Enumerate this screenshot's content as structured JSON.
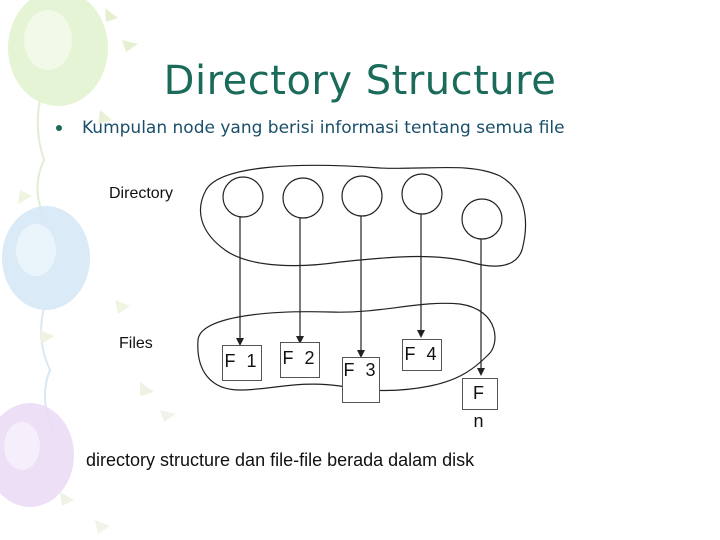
{
  "slide": {
    "title": "Directory Structure",
    "bullet": "Kumpulan node yang berisi informasi tentang semua file"
  },
  "diagram": {
    "directory_label": "Directory",
    "files_label": "Files",
    "directory_nodes": 5,
    "files": [
      "F 1",
      "F 2",
      "F 3",
      "F 4",
      "F n"
    ],
    "caption": "directory structure dan file-file berada dalam disk"
  },
  "colors": {
    "title": "#1a6b5a",
    "bullet_text": "#1a4f6b",
    "balloon_green": "#d8efc0",
    "balloon_blue": "#cfe3f3",
    "balloon_purple": "#e6d6f2"
  }
}
